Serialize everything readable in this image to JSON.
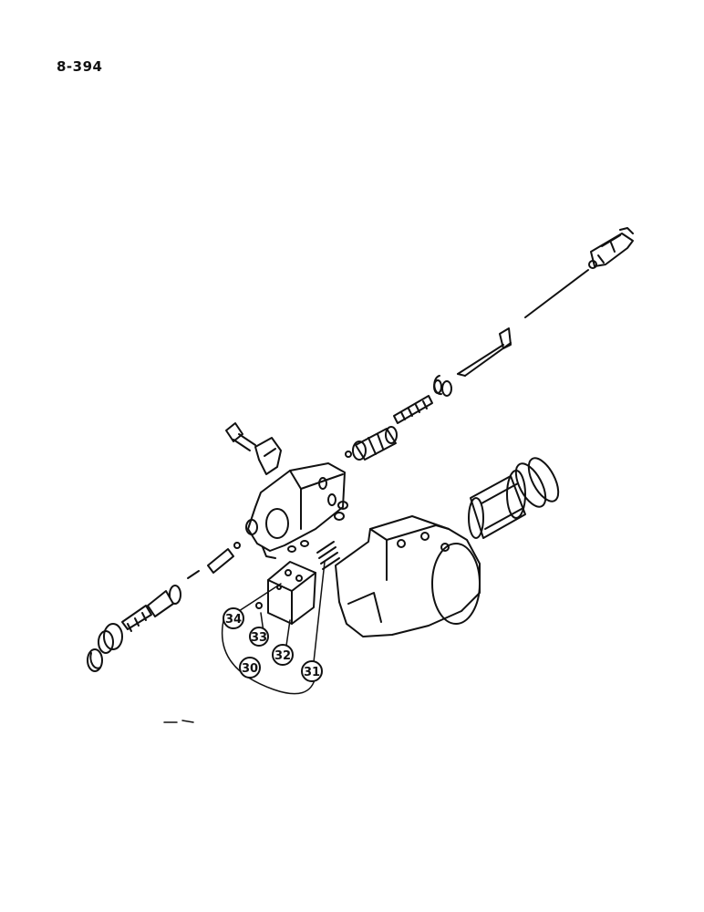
{
  "page": {
    "number": "8-394"
  },
  "callouts": [
    {
      "id": "c30",
      "label": "30"
    },
    {
      "id": "c31",
      "label": "31"
    },
    {
      "id": "c32",
      "label": "32"
    },
    {
      "id": "c33",
      "label": "33"
    },
    {
      "id": "c34",
      "label": "34"
    }
  ],
  "colors": {
    "ink": "#111111",
    "paper": "#ffffff"
  }
}
